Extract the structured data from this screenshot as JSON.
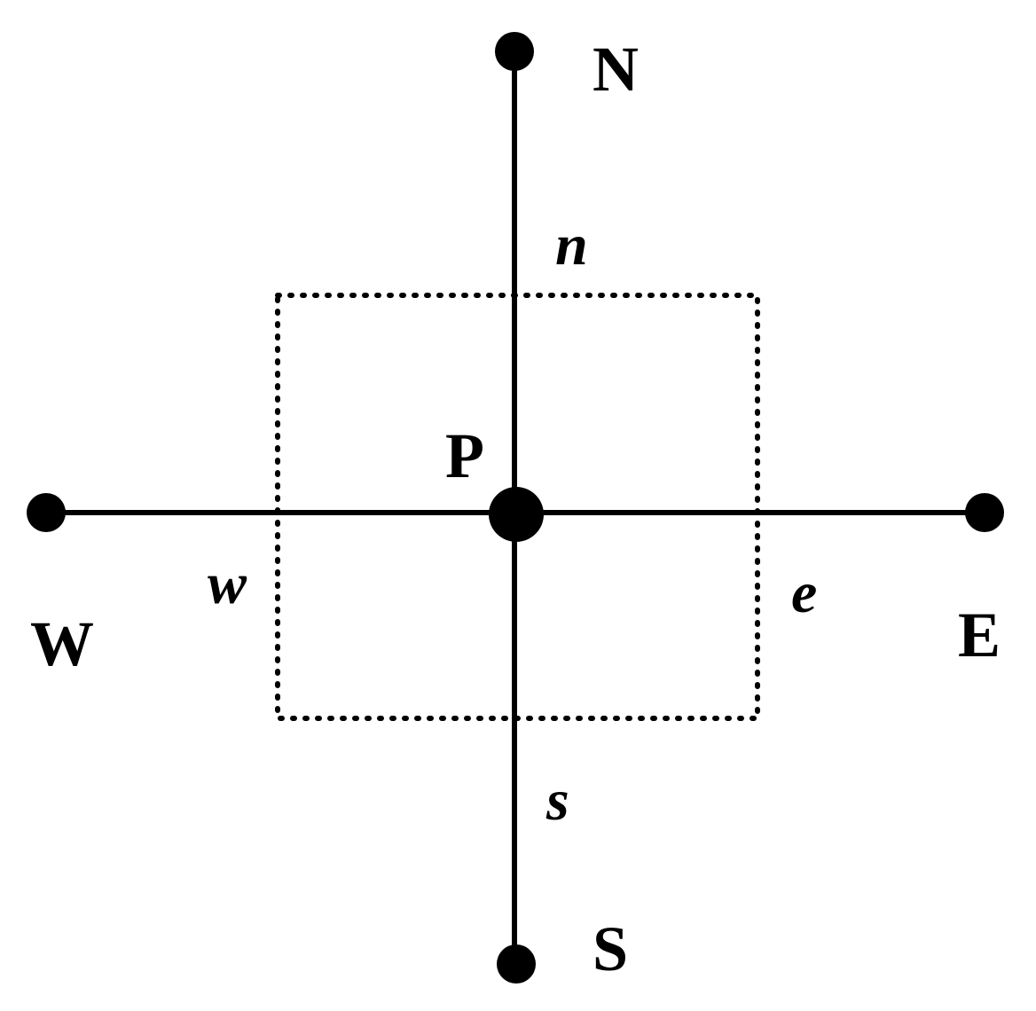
{
  "diagram": {
    "nodes": {
      "center": "P",
      "north": "N",
      "south": "S",
      "east": "E",
      "west": "W"
    },
    "faces": {
      "north": "n",
      "south": "s",
      "east": "e",
      "west": "w"
    }
  },
  "colors": {
    "stroke": "#000000",
    "background": "#ffffff"
  }
}
